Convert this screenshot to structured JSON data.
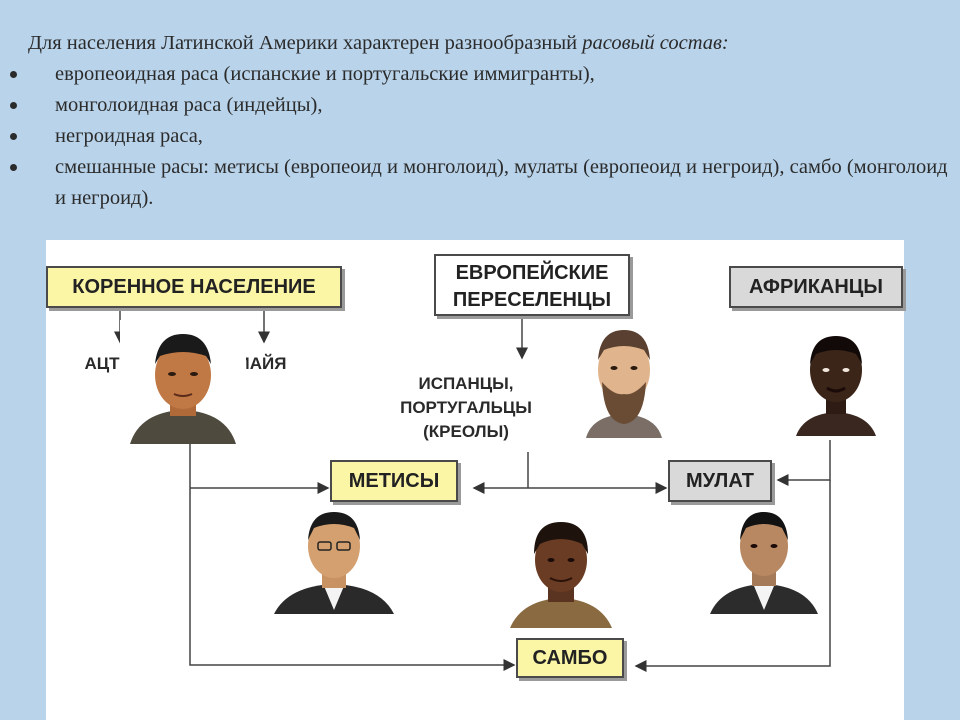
{
  "intro": {
    "text_before": "Для населения Латинской Америки характерен разнообразный ",
    "text_italic": "расовый состав:",
    "bullets": [
      "европеоидная раса (испанские и португальские иммигранты),",
      "монголоидная раса (индейцы),",
      "негроидная раса,",
      "смешанные расы: метисы (европеоид и монголоид), мулаты (европеоид и негроид), самбо (монголоид и негроид)."
    ]
  },
  "diagram": {
    "native_box": "КОРЕННОЕ НАСЕЛЕНИЕ",
    "european_box_line1": "ЕВРОПЕЙСКИЕ",
    "european_box_line2": "ПЕРЕСЕЛЕНЦЫ",
    "african_box": "АФРИКАНЦЫ",
    "aztecs": "АЦТЕКИ",
    "maya": "МАЙЯ",
    "spaniards_line1": "ИСПАНЦЫ,",
    "spaniards_line2": "ПОРТУГАЛЬЦЫ",
    "spaniards_line3": "(КРЕОЛЫ)",
    "mestizo_box": "МЕТИСЫ",
    "mulatto_box": "МУЛАТ",
    "zambo_box": "САМБО",
    "colors": {
      "yellow_box": "#fbf6a6",
      "gray_box": "#d9d9d9",
      "slide_background": "#b8d3ea"
    }
  }
}
